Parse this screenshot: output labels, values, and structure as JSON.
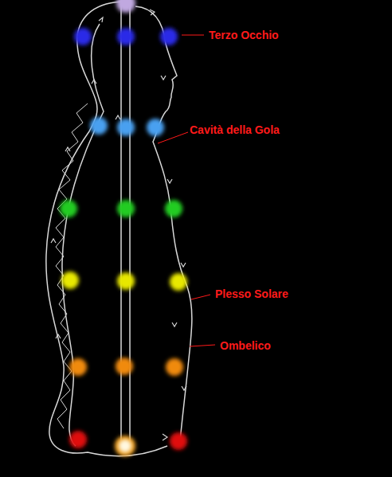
{
  "diagram": {
    "labels": [
      "Terzo Occhio",
      "Cavità della Gola",
      "Plesso Solare",
      "Ombelico"
    ]
  }
}
